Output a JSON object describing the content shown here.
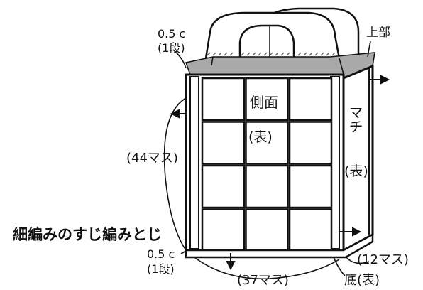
{
  "labels": {
    "top_thickness": "0.5 c",
    "top_rows": "(1段)",
    "top_part": "上部",
    "side_face": "側面",
    "side_face_sub": "(表)",
    "gusset": "マチ",
    "gusset_sub": "(表)",
    "height_count": "(44マス)",
    "technique": "細編みのすじ編みとじ",
    "bottom_thickness": "0.5 c",
    "bottom_rows": "(1段)",
    "width_count": "(37マス)",
    "depth_count": "(12マス)",
    "bottom_face": "底(表)"
  },
  "grid": {
    "rows": 4,
    "cols": 3
  },
  "colors": {
    "ink": "#111111",
    "band": "#a9a9a9",
    "paper": "#ffffff"
  }
}
